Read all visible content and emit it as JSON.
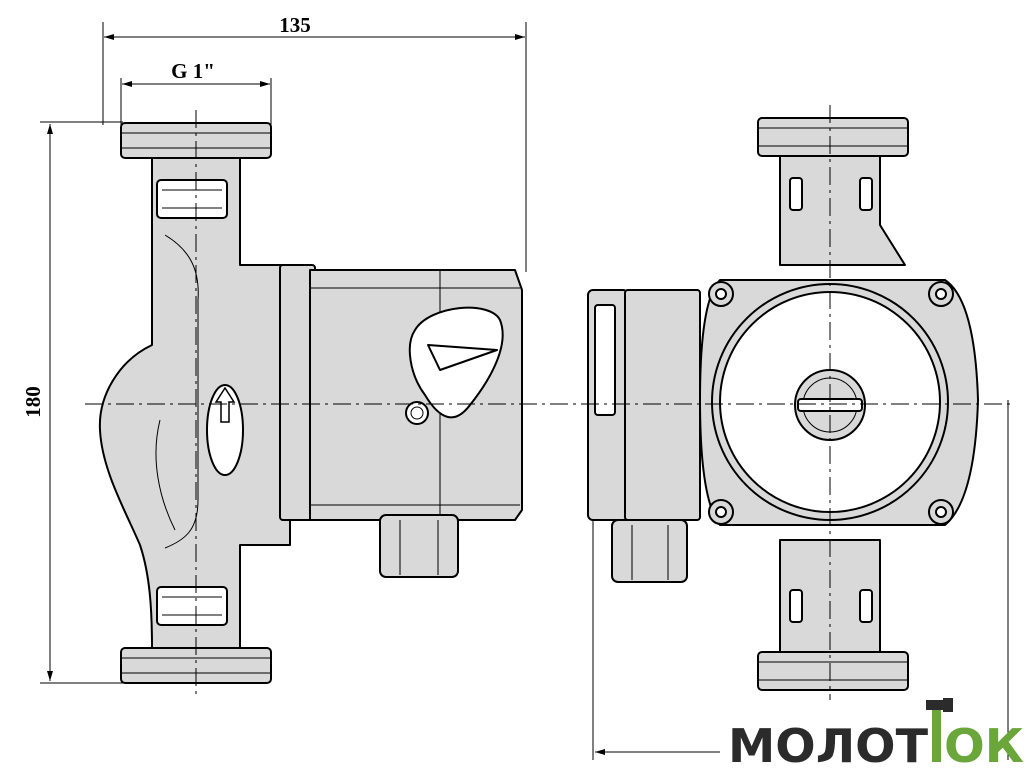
{
  "dimensions": {
    "overall_length": "135",
    "thread_size": "G 1\"",
    "height": "180"
  },
  "logo": {
    "text_dark": "МОЛОТ",
    "text_green": "ОК",
    "green_color": "#6aa63a",
    "dark_color": "#2b2b2b"
  }
}
